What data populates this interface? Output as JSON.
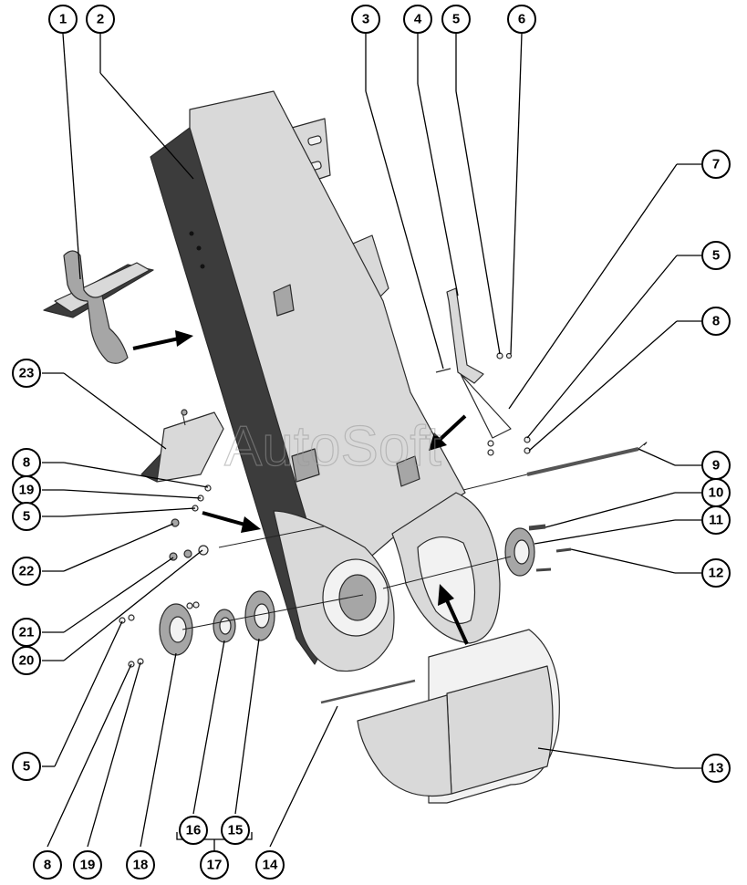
{
  "watermark": "AutoSoft",
  "callouts": [
    {
      "label": "1"
    },
    {
      "label": "2"
    },
    {
      "label": "3"
    },
    {
      "label": "4"
    },
    {
      "label": "5"
    },
    {
      "label": "6"
    },
    {
      "label": "7"
    },
    {
      "label": "5"
    },
    {
      "label": "8"
    },
    {
      "label": "9"
    },
    {
      "label": "10"
    },
    {
      "label": "11"
    },
    {
      "label": "12"
    },
    {
      "label": "13"
    },
    {
      "label": "23"
    },
    {
      "label": "8"
    },
    {
      "label": "19"
    },
    {
      "label": "5"
    },
    {
      "label": "22"
    },
    {
      "label": "21"
    },
    {
      "label": "20"
    },
    {
      "label": "5"
    },
    {
      "label": "8"
    },
    {
      "label": "19"
    },
    {
      "label": "18"
    },
    {
      "label": "16"
    },
    {
      "label": "15"
    },
    {
      "label": "17"
    },
    {
      "label": "14"
    }
  ]
}
